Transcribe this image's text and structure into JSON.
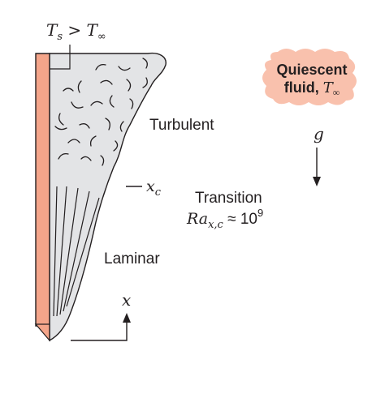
{
  "labels": {
    "condition": "T",
    "condition_sub_s": "s",
    "condition_op": " > ",
    "condition_rhs": "T",
    "condition_rhs_sub": "∞",
    "turbulent": "Turbulent",
    "transition_pos": "x",
    "transition_pos_sub": "c",
    "transition": "Transition",
    "rayleigh_main": "Ra",
    "rayleigh_sub": "x,c",
    "rayleigh_eq": " ≈ 10",
    "rayleigh_exp": "9",
    "laminar": "Laminar",
    "x_axis": "x",
    "gravity": "g",
    "fluid_line1": "Quiescent",
    "fluid_line2": "fluid, ",
    "fluid_T": "T",
    "fluid_T_sub": "∞"
  },
  "colors": {
    "plate": "#f4a58a",
    "boundary_layer": "#e3e4e6",
    "fluid_cloud": "#f9c1ad",
    "ink": "#231f20"
  },
  "icons": {
    "gravity_arrow": "arrow-down-icon",
    "x_axis_arrow": "arrow-up-icon"
  }
}
